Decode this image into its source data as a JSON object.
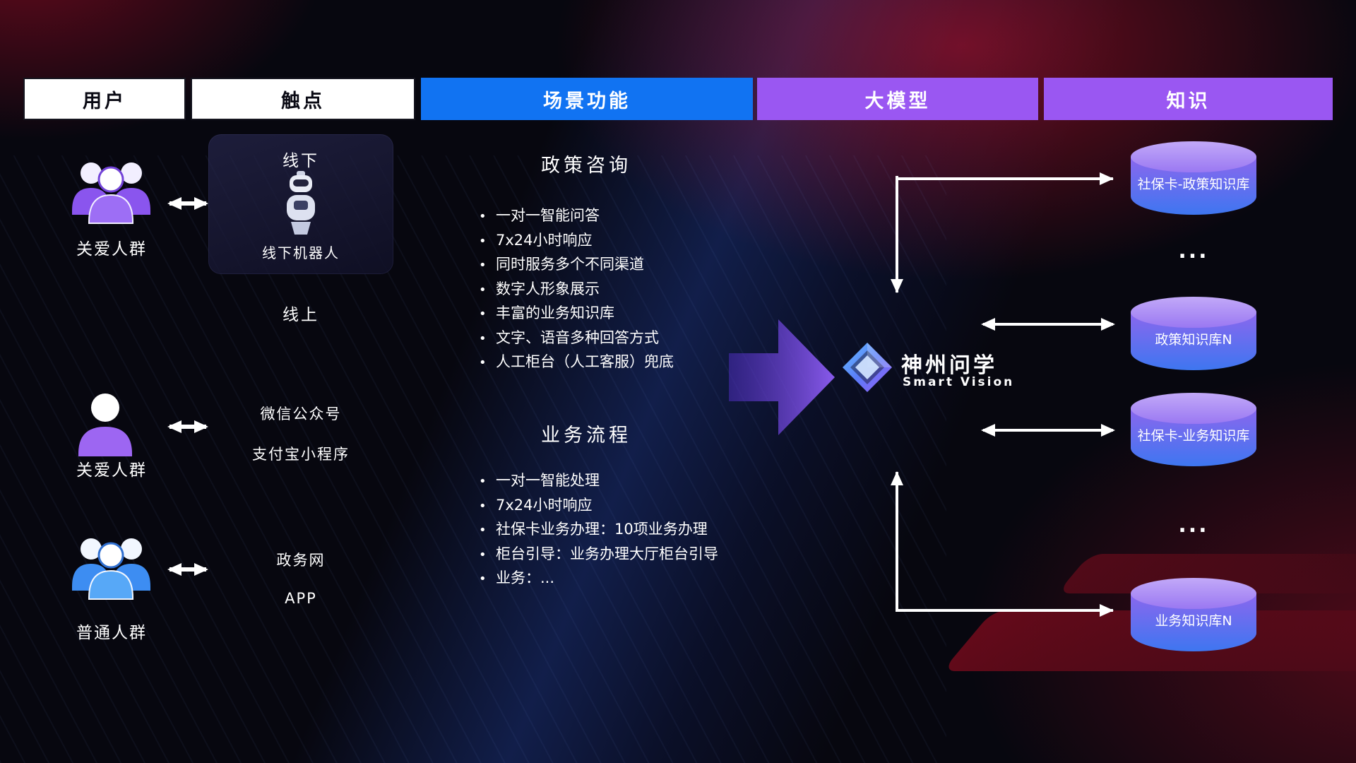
{
  "headers": [
    {
      "label": "用户"
    },
    {
      "label": "触点"
    },
    {
      "label": "场景功能"
    },
    {
      "label": "大模型"
    },
    {
      "label": "知识"
    }
  ],
  "colors": {
    "scene_header_bg": "#1173f2",
    "model_header_bg": "#9a57f2",
    "knowledge_header_bg": "#9a57f2",
    "header_white_bg": "#ffffff",
    "accent_purple": "#8a55ee",
    "accent_blue": "#3d8df2",
    "cylinder_top": "#b99ef6",
    "cylinder_body_top": "#8b67ee",
    "cylinder_body_bottom": "#3e76f0",
    "connector": "#ffffff",
    "flow_arrow": "#8f5ef6"
  },
  "users": [
    {
      "label": "关爱人群",
      "icon": "group-people-purple-icon"
    },
    {
      "label": "关爱人群",
      "icon": "person-purple-icon"
    },
    {
      "label": "普通人群",
      "icon": "group-people-blue-icon"
    }
  ],
  "touchpoints": {
    "offline": {
      "title": "线下",
      "robot_label": "线下机器人"
    },
    "online_title": "线上",
    "channels": [
      "微信公众号",
      "支付宝小程序",
      "政务网",
      "APP"
    ]
  },
  "scenes": [
    {
      "title": "政策咨询",
      "items": [
        "一对一智能问答",
        "7x24小时响应",
        "同时服务多个不同渠道",
        "数字人形象展示",
        "丰富的业务知识库",
        "文字、语音多种回答方式",
        "人工柜台（人工客服）兜底"
      ]
    },
    {
      "title": "业务流程",
      "items": [
        "一对一智能处理",
        "7x24小时响应",
        "社保卡业务办理：10项业务办理",
        "柜台引导：业务办理大厅柜台引导",
        "业务：..."
      ]
    }
  ],
  "model": {
    "name": "神州问学",
    "subtitle": "Smart Vision"
  },
  "knowledge": {
    "databases": [
      "社保卡-政策知识库",
      "政策知识库N",
      "社保卡-业务知识库",
      "业务知识库N"
    ],
    "ellipsis": "..."
  }
}
